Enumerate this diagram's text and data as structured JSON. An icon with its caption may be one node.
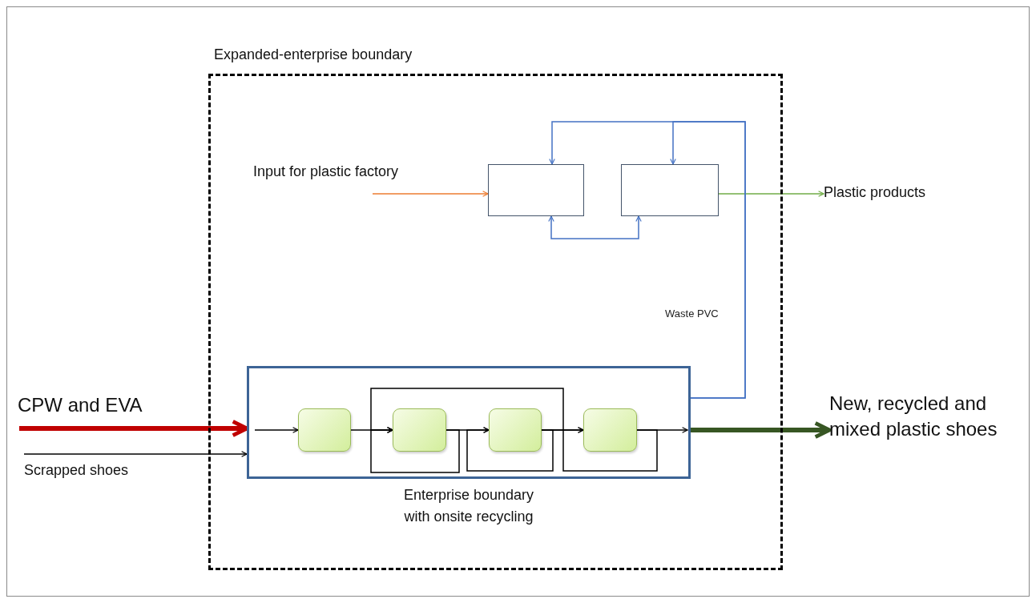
{
  "diagram": {
    "nodes": [
      {
        "text": [
          "Expanded-enterprise boundary"
        ]
      },
      {
        "text": [
          "Input for plastic factory"
        ],
        "in": 0
      },
      {
        "text": [],
        "shape": "box",
        "in": 0
      },
      {
        "text": [],
        "shape": "box",
        "in": 0
      },
      {
        "text": [
          "Plastic products"
        ]
      },
      {
        "text": [
          "Enterprise boundary with onsite recycling"
        ],
        "in": 0
      },
      {
        "text": [],
        "shape": "box",
        "in": 5
      },
      {
        "text": [],
        "shape": "box",
        "in": 5
      },
      {
        "text": [],
        "shape": "box",
        "in": 5
      },
      {
        "text": [],
        "shape": "box",
        "in": 5
      },
      {
        "text": [
          "CPW and EVA"
        ]
      },
      {
        "text": [
          "Scrapped shoes"
        ]
      },
      {
        "text": [
          "New, recycled and mixed plastic shoes"
        ]
      }
    ],
    "edges": [
      {
        "from": 1,
        "to": 2,
        "arrow": "to",
        "color": "#ed7d31"
      },
      {
        "from": 3,
        "to": 4,
        "arrow": "to",
        "color": "#70ad47"
      },
      {
        "from": 5,
        "to": 2,
        "arrow": "to",
        "label": "Waste PVC",
        "color": "#4472c4"
      },
      {
        "from": 5,
        "to": 3,
        "arrow": "to",
        "color": "#4472c4"
      },
      {
        "from": 2,
        "to": 3,
        "arrow": "both",
        "color": "#4472c4"
      },
      {
        "from": 10,
        "to": 5,
        "arrow": "to",
        "style": "thick",
        "color": "#c00000"
      },
      {
        "from": 11,
        "to": 5,
        "arrow": "to"
      },
      {
        "from": null,
        "to": 6,
        "arrow": "to"
      },
      {
        "from": 6,
        "to": 7,
        "arrow": "to"
      },
      {
        "from": 7,
        "to": 8,
        "arrow": "to"
      },
      {
        "from": 8,
        "to": 9,
        "arrow": "to"
      },
      {
        "from": 9,
        "to": null,
        "arrow": "to"
      },
      {
        "from": 7,
        "to": 7,
        "arrow": "to"
      },
      {
        "from": 8,
        "to": 8,
        "arrow": "to"
      },
      {
        "from": 9,
        "to": 9,
        "arrow": "to"
      },
      {
        "from": 8,
        "to": 7,
        "arrow": "to"
      },
      {
        "from": 5,
        "to": 12,
        "arrow": "to",
        "style": "thick",
        "color": "#375623"
      }
    ]
  }
}
